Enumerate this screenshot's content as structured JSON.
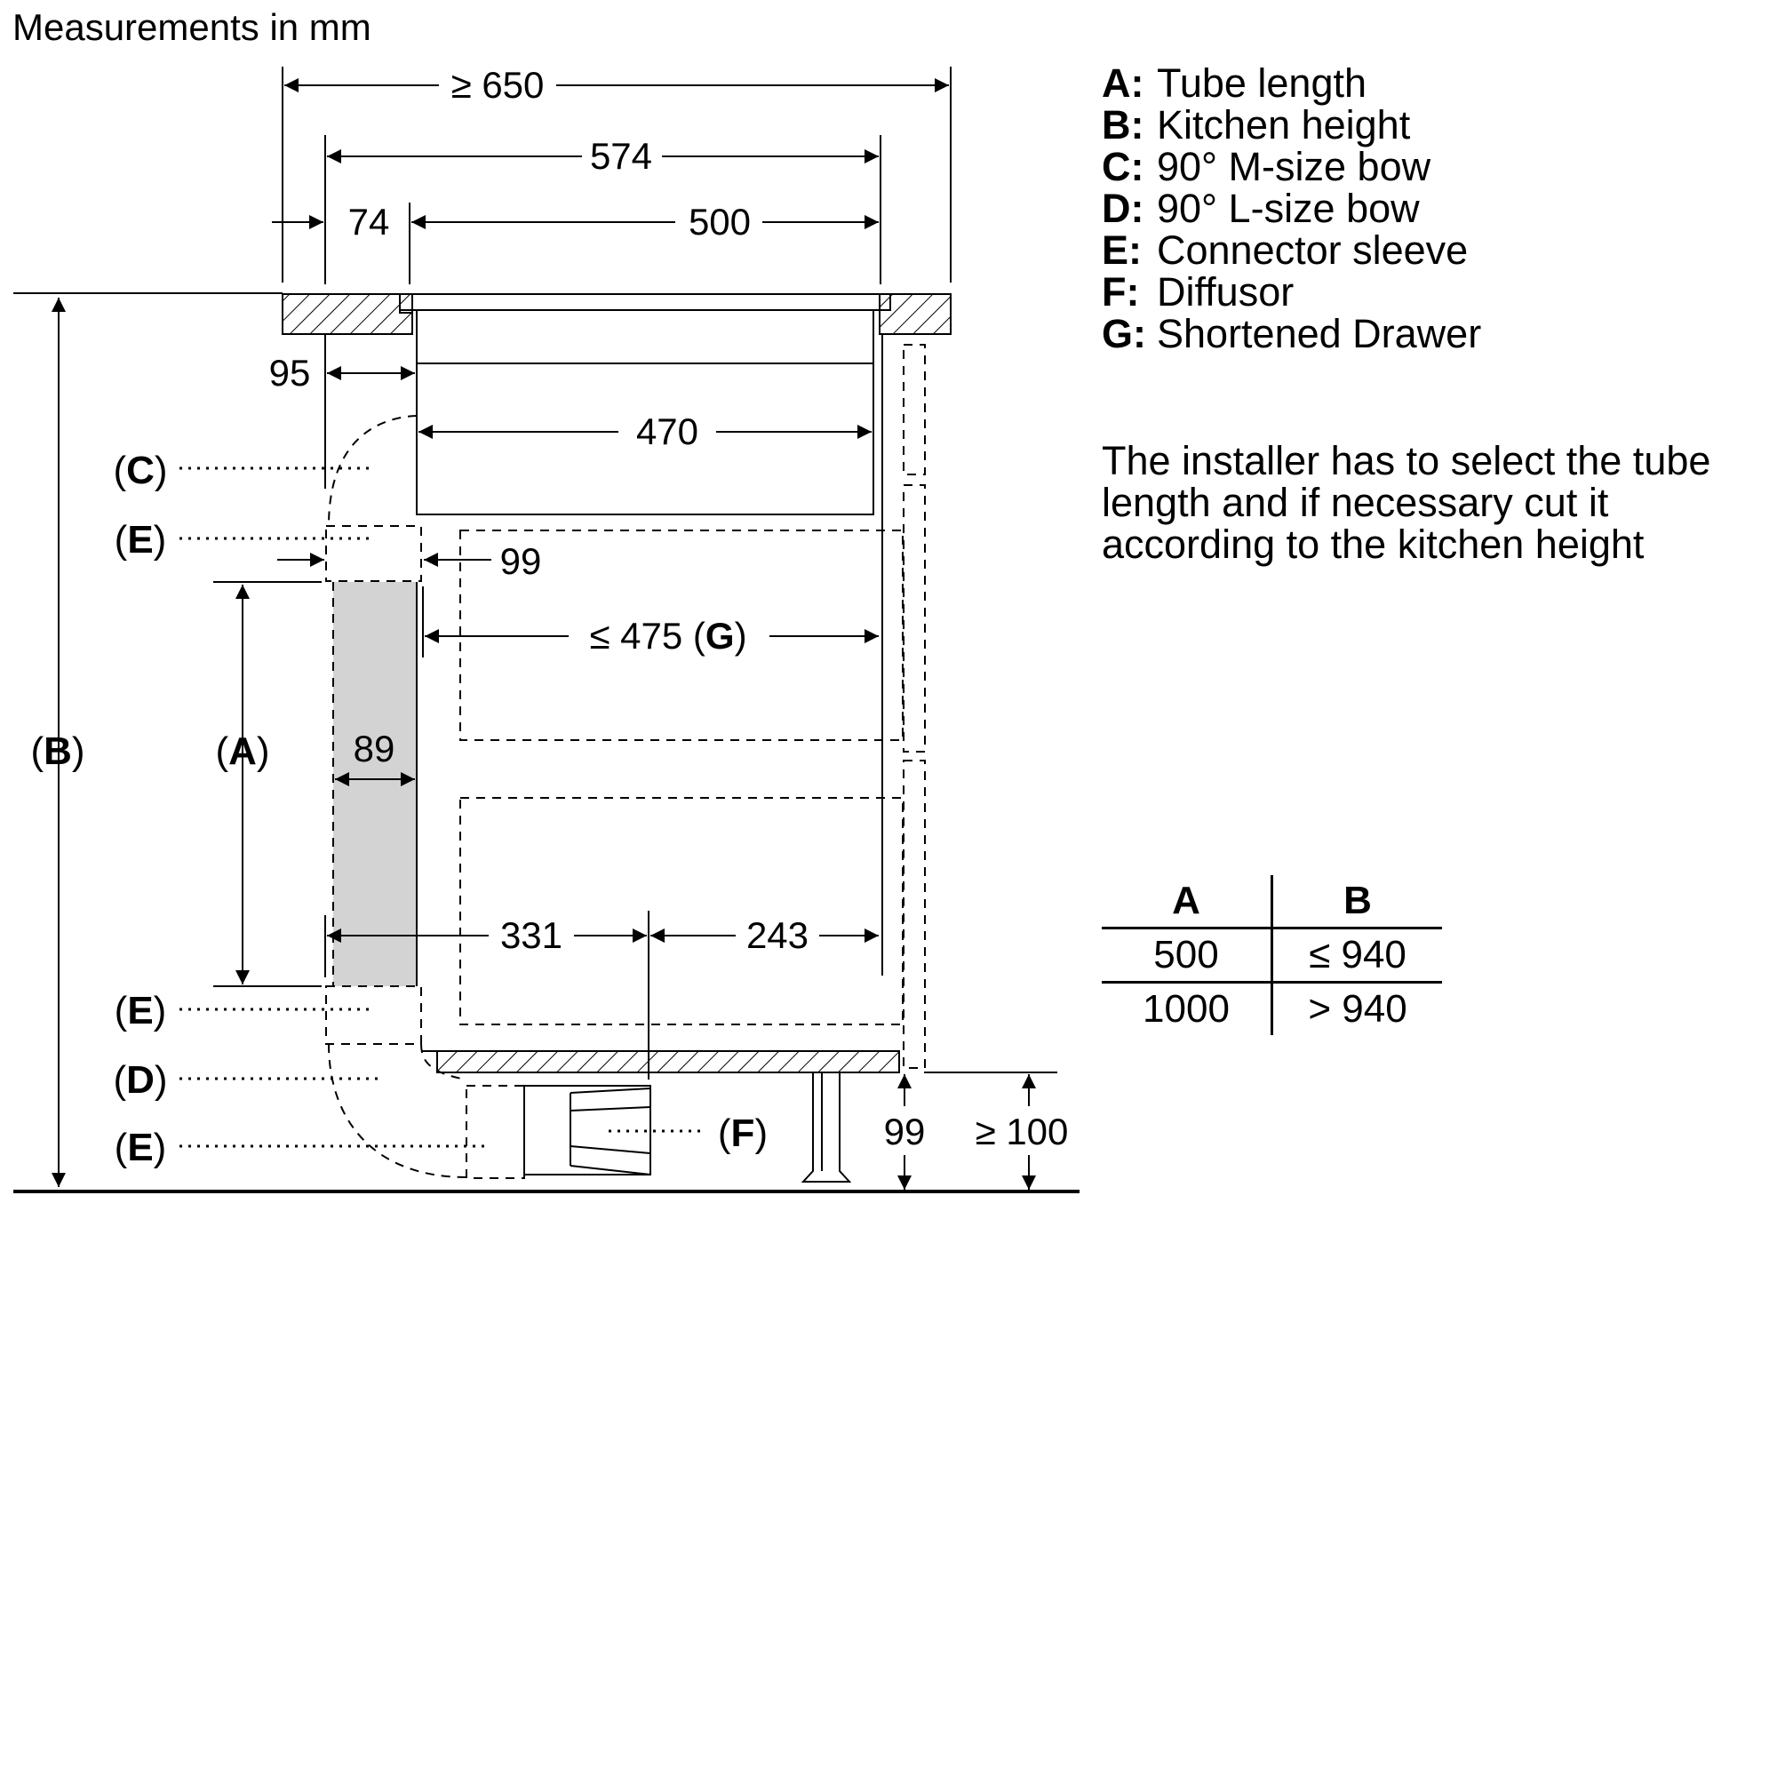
{
  "title": "Measurements in mm",
  "legend": [
    {
      "key": "A:",
      "text": "Tube length"
    },
    {
      "key": "B:",
      "text": "Kitchen height"
    },
    {
      "key": "C:",
      "text": "90° M-size bow"
    },
    {
      "key": "D:",
      "text": "90° L-size bow"
    },
    {
      "key": "E:",
      "text": "Connector sleeve"
    },
    {
      "key": "F:",
      "text": "Diffusor"
    },
    {
      "key": "G:",
      "text": "Shortened Drawer"
    }
  ],
  "note": "The installer has to select the tube length and if necessary cut it according to the kitchen height",
  "table": {
    "headers": [
      "A",
      "B"
    ],
    "rows": [
      [
        "500",
        "≤ 940"
      ],
      [
        "1000",
        "> 940"
      ]
    ]
  },
  "dimensions": {
    "d650": "≥ 650",
    "d574": "574",
    "d74": "74",
    "d500": "500",
    "d95": "95",
    "d470": "470",
    "d99_top": "99",
    "d475_prefix": "≤ 475 (",
    "d475_g": "G",
    "d475_suffix": ")",
    "d89": "89",
    "d331": "331",
    "d243": "243",
    "d99_bottom": "99",
    "d100": "≥ 100"
  },
  "labels": {
    "B": "B",
    "A": "A",
    "C": "C",
    "E1": "E",
    "E2": "E",
    "D": "D",
    "E3": "E",
    "F": "F"
  },
  "colors": {
    "line": "#000000",
    "tube_fill": "#d3d3d3"
  }
}
